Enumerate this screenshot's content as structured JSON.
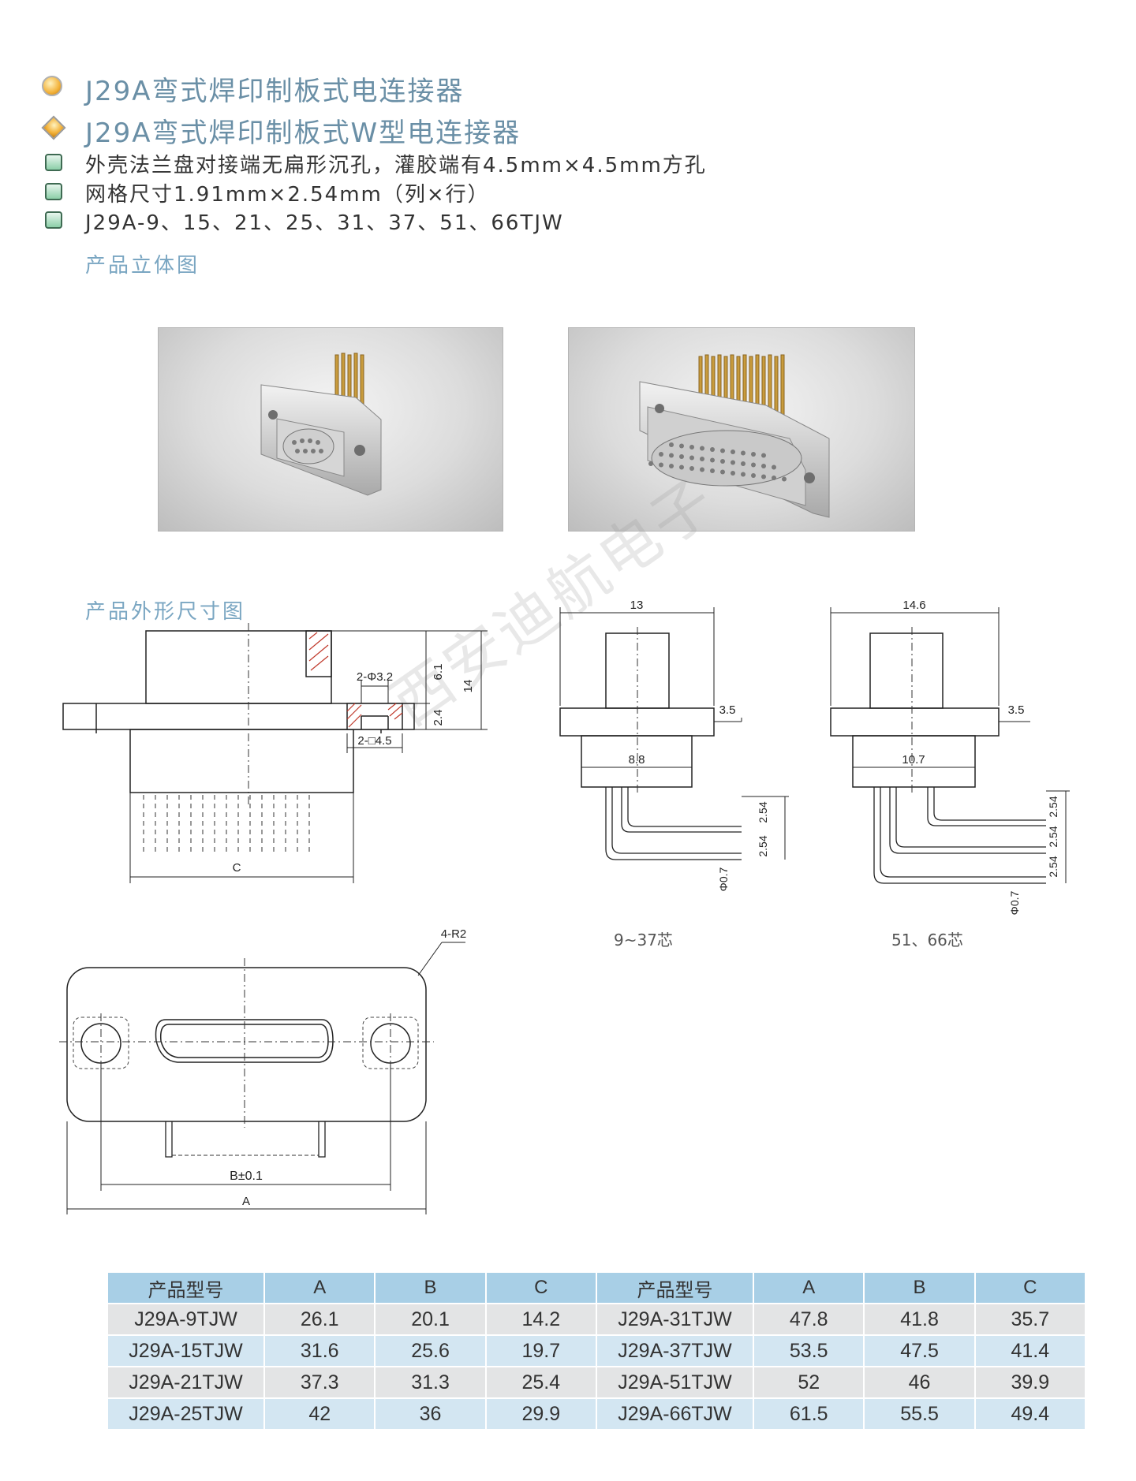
{
  "header": {
    "title1": "J29A弯式焊印制板式电连接器",
    "title2": "J29A弯式焊印制板式W型电连接器",
    "features": [
      "外壳法兰盘对接端无扁形沉孔，灌胶端有4.5mm×4.5mm方孔",
      "网格尺寸1.91mm×2.54mm（列×行）",
      "J29A-9、15、21、25、31、37、51、66TJW"
    ]
  },
  "sections": {
    "photo_title": "产品立体图",
    "drawing_title": "产品外形尺寸图"
  },
  "watermark": "西安迪航电子",
  "drawing": {
    "side": {
      "d_hole": "2-Φ3.2",
      "d_square": "2-□4.5",
      "d_61": "6.1",
      "d_24": "2.4",
      "d_14": "14",
      "d_c": "C"
    },
    "view9": {
      "w_top": "13",
      "d_35": "3.5",
      "w_body": "8.8",
      "pitch1": "2.54",
      "pitch2": "2.54",
      "pin": "Φ0.7",
      "caption": "9~37芯"
    },
    "view51": {
      "w_top": "14.6",
      "d_35": "3.5",
      "w_body": "10.7",
      "pitch1": "2.54",
      "pitch2": "2.54",
      "pitch3": "2.54",
      "pin": "Φ0.7",
      "caption": "51、66芯"
    },
    "front": {
      "radius": "4-R2",
      "d_b": "B±0.1",
      "d_a": "A"
    }
  },
  "table": {
    "headers": [
      "产品型号",
      "A",
      "B",
      "C",
      "产品型号",
      "A",
      "B",
      "C"
    ],
    "rows": [
      [
        "J29A-9TJW",
        "26.1",
        "20.1",
        "14.2",
        "J29A-31TJW",
        "47.8",
        "41.8",
        "35.7"
      ],
      [
        "J29A-15TJW",
        "31.6",
        "25.6",
        "19.7",
        "J29A-37TJW",
        "53.5",
        "47.5",
        "41.4"
      ],
      [
        "J29A-21TJW",
        "37.3",
        "31.3",
        "25.4",
        "J29A-51TJW",
        "52",
        "46",
        "39.9"
      ],
      [
        "J29A-25TJW",
        "42",
        "36",
        "29.9",
        "J29A-66TJW",
        "61.5",
        "55.5",
        "49.4"
      ]
    ]
  }
}
